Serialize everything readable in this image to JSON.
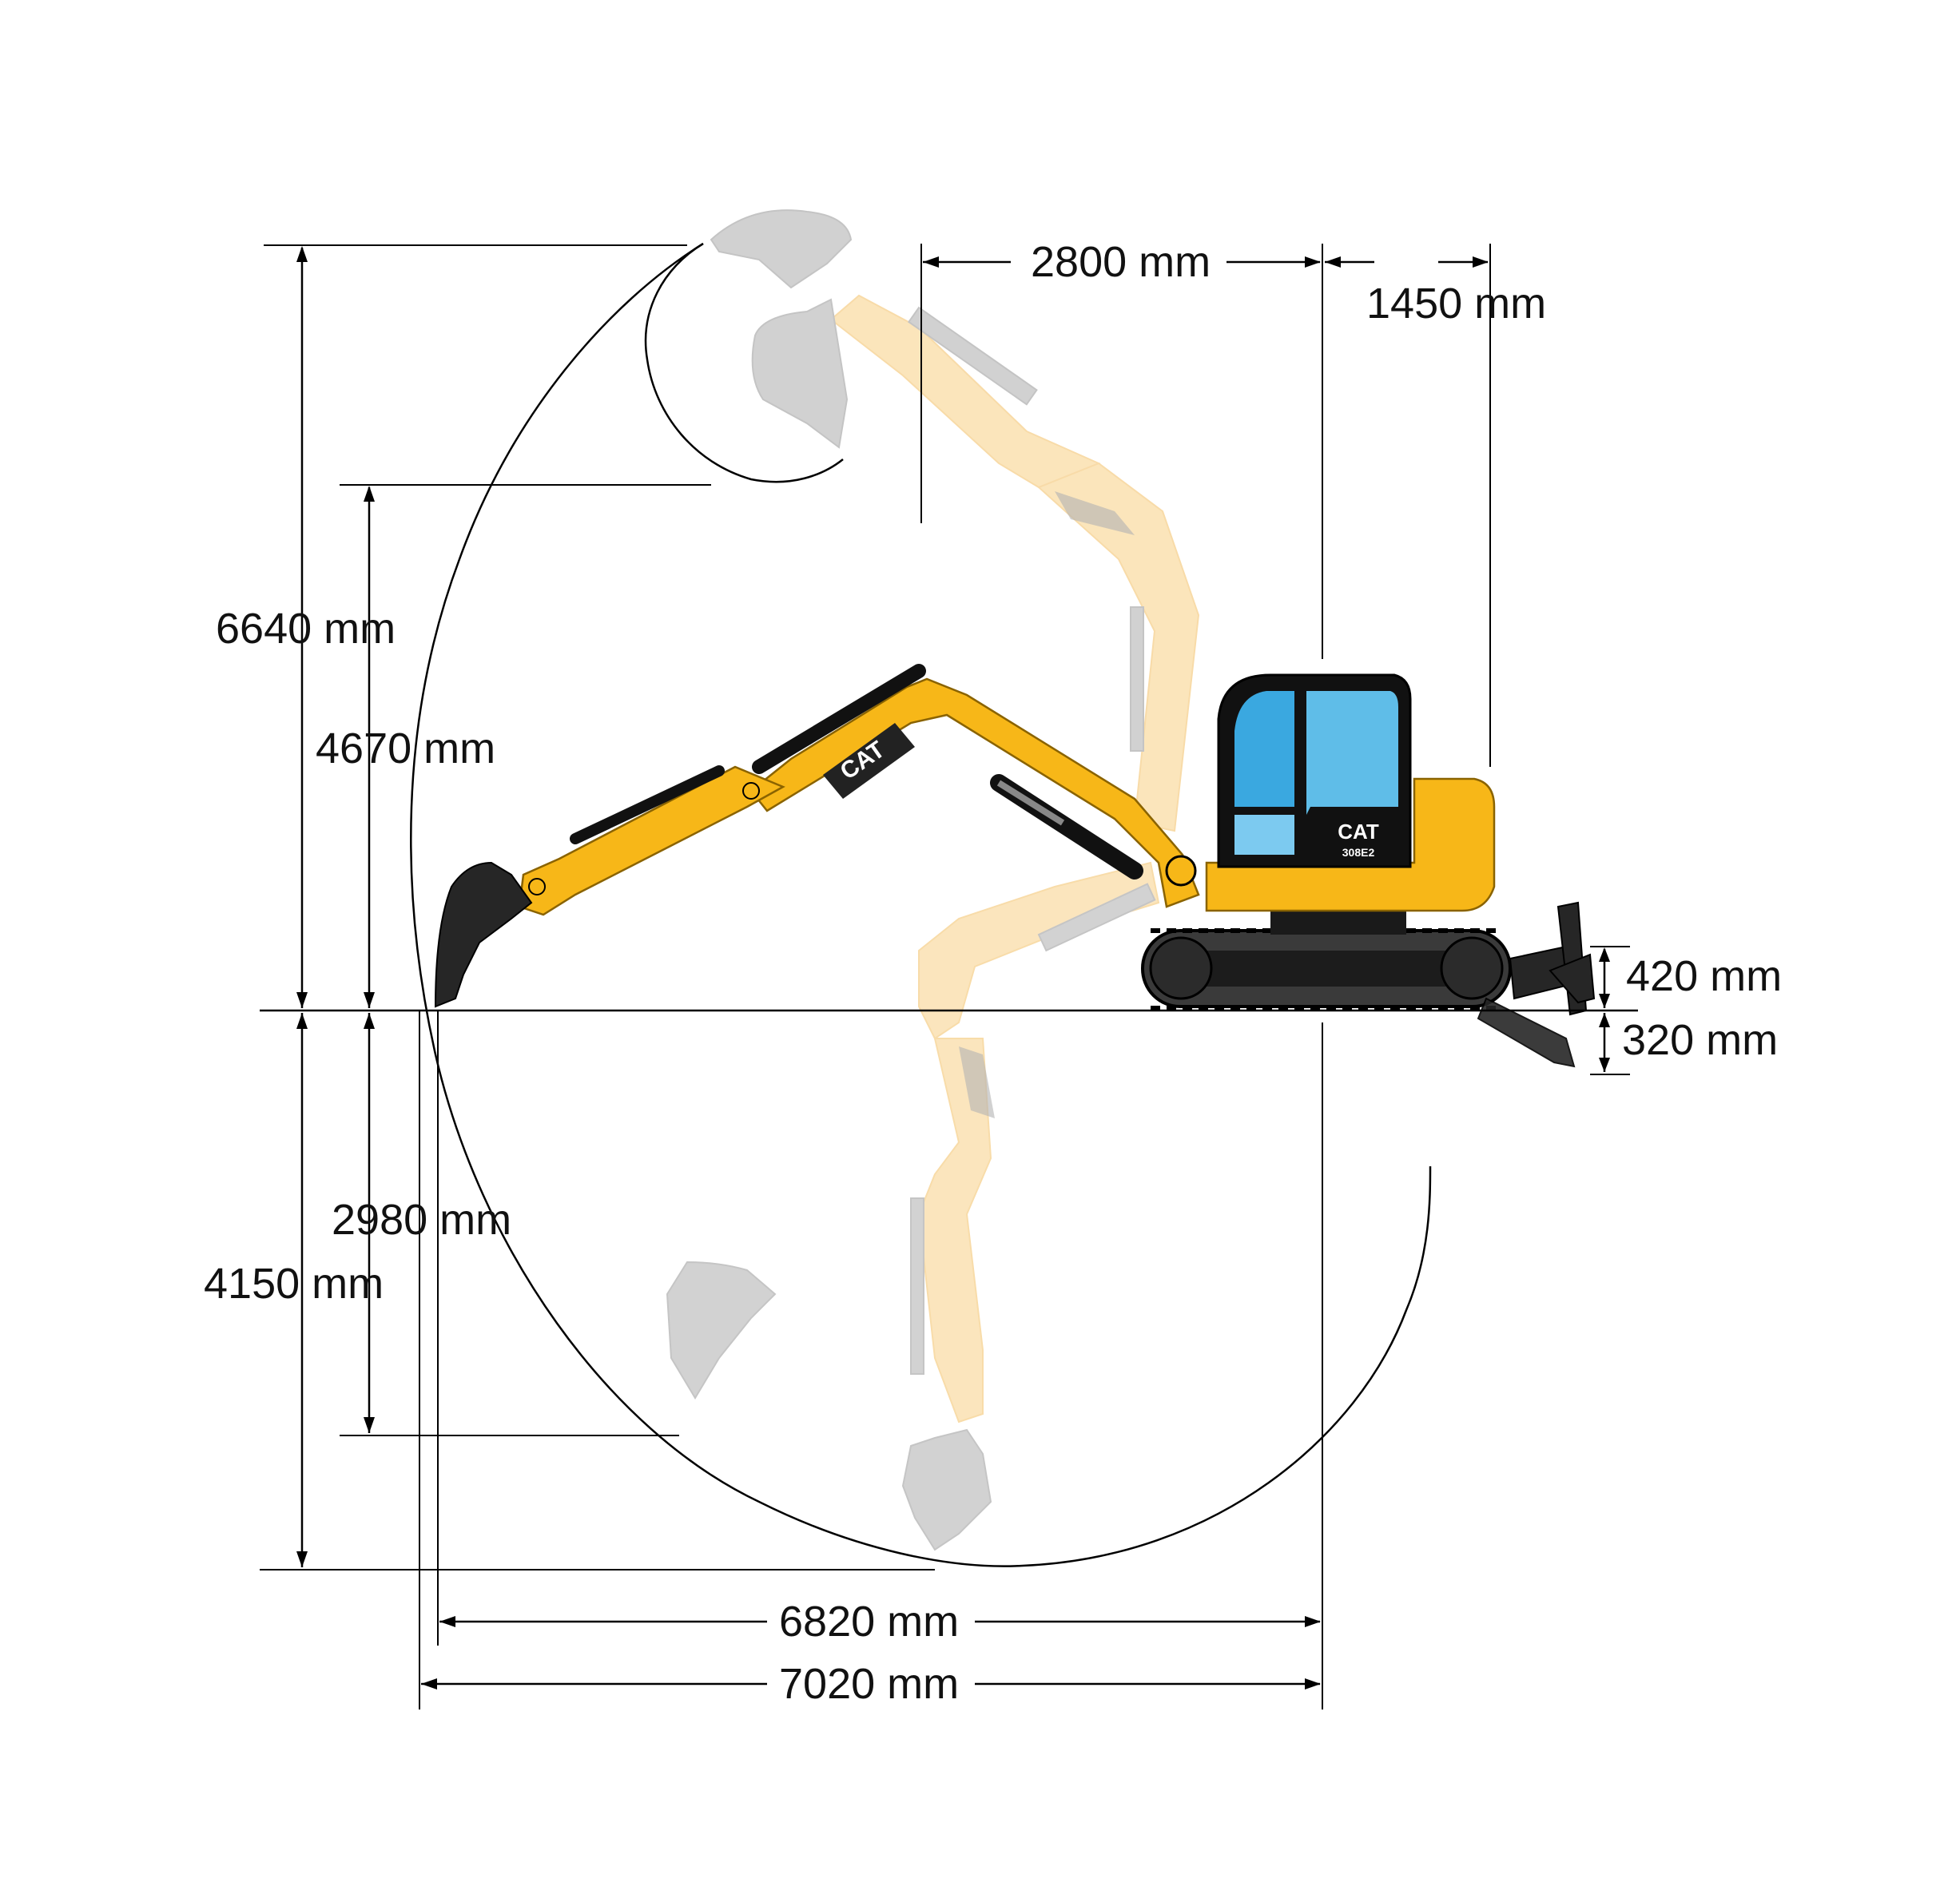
{
  "colors": {
    "machine_yellow": "#f7b718",
    "ghost_yellow": "#f7c66b",
    "ghost_grey": "#9a9a9a",
    "track_dark": "#262626",
    "glass_blue": "#3aa8e0",
    "line": "#000000"
  },
  "branding": {
    "logo_text": "CAT",
    "model_badge": "308E2"
  },
  "dimensions": {
    "max_height": "6640 mm",
    "dump_height": "4670 mm",
    "max_depth": "4150 mm",
    "vertical_wall_depth": "2980 mm",
    "reach_ground": "6820 mm",
    "max_reach": "7020 mm",
    "front_swing_radius": "2800 mm",
    "tail_swing": "1450 mm",
    "blade_raise": "420 mm",
    "blade_lower": "320 mm"
  }
}
